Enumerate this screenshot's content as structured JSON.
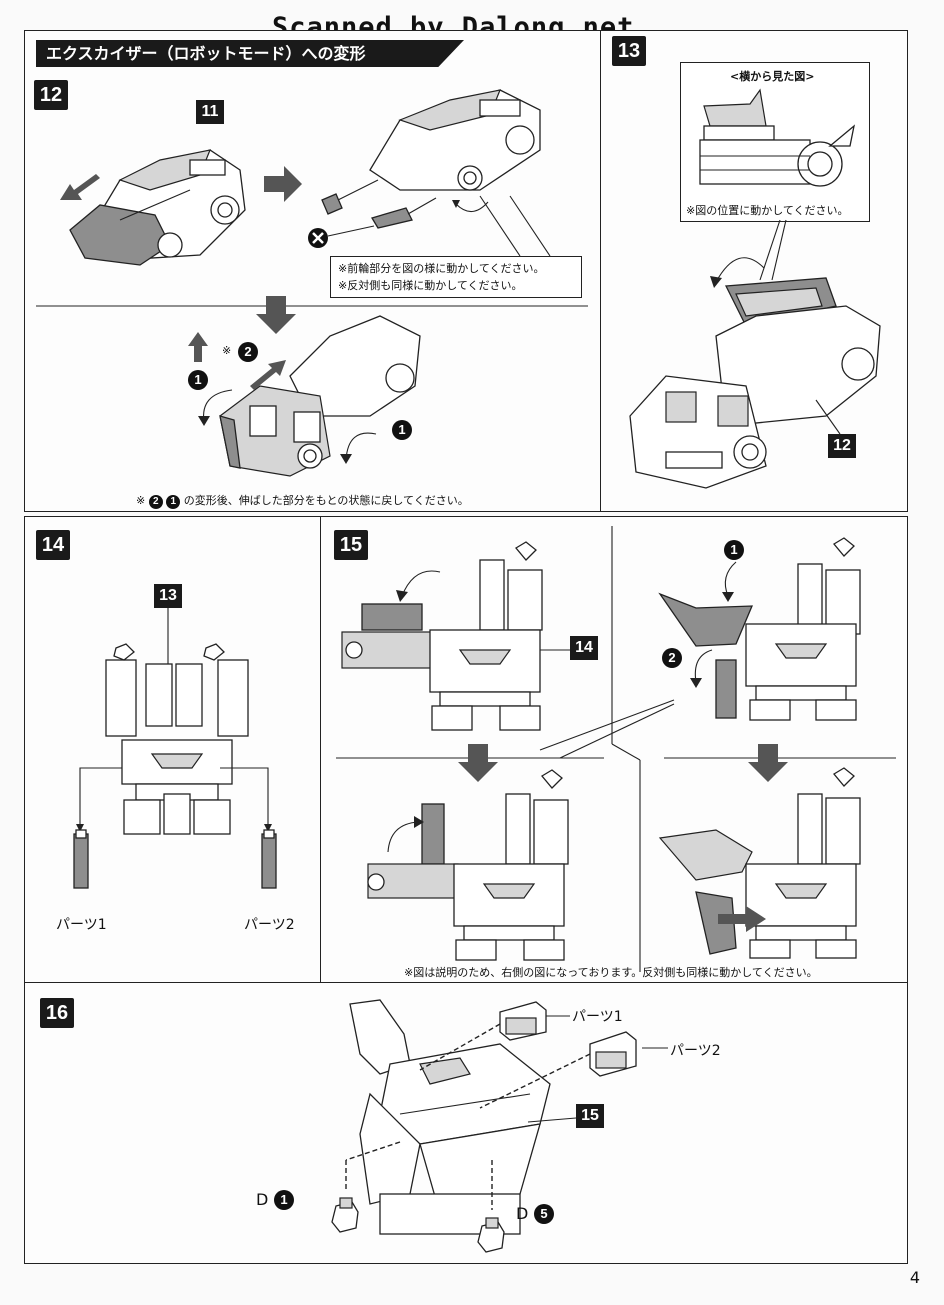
{
  "header": {
    "scan_credit": "Scanned by Dalong.net",
    "section_title": "エクスカイザー（ロボットモード）への変形"
  },
  "steps": {
    "s12": "12",
    "s13": "13",
    "s14": "14",
    "s15": "15",
    "s16": "16"
  },
  "refs": {
    "r11": "11",
    "r12": "12",
    "r13": "13",
    "r14": "14",
    "r15": "15"
  },
  "step12": {
    "callout_lines": [
      "※前輪部分を図の様に動かしてください。",
      "※反対側も同様に動かしてください。"
    ],
    "note_prefix": "※",
    "note_suffix": "の変形後、伸ばした部分をもとの状態に戻してください。",
    "asterisk": "※",
    "num1": "1",
    "num2": "2"
  },
  "step13": {
    "side_view_title": "<横から見た図>",
    "side_view_note": "※図の位置に動かしてください。"
  },
  "step14": {
    "part1": "パーツ1",
    "part2": "パーツ2"
  },
  "step15": {
    "num1": "1",
    "num2": "2",
    "note": "※図は説明のため、右側の図になっております。反対側も同様に動かしてください。"
  },
  "step16": {
    "part1": "パーツ1",
    "part2": "パーツ2",
    "d_label": "D",
    "d1": "1",
    "d5": "5"
  },
  "page_number": "4"
}
